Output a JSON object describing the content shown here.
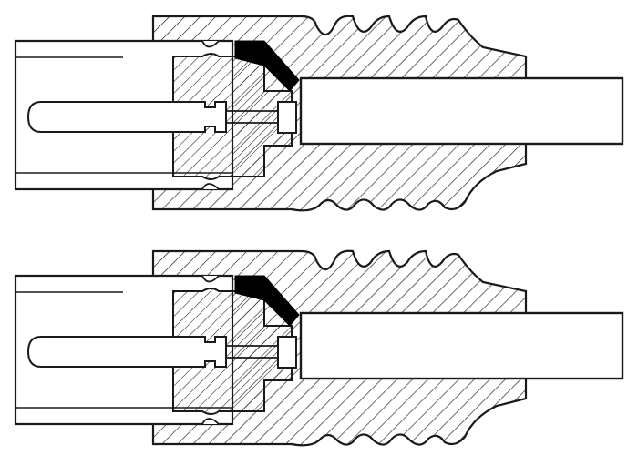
{
  "diagram": {
    "kind": "cross-section",
    "views": 2,
    "colors": {
      "line": "#1a1a1a",
      "fill": "#ffffff",
      "seal": "#000000",
      "background": "#ffffff"
    },
    "hatch": "diagonal"
  }
}
